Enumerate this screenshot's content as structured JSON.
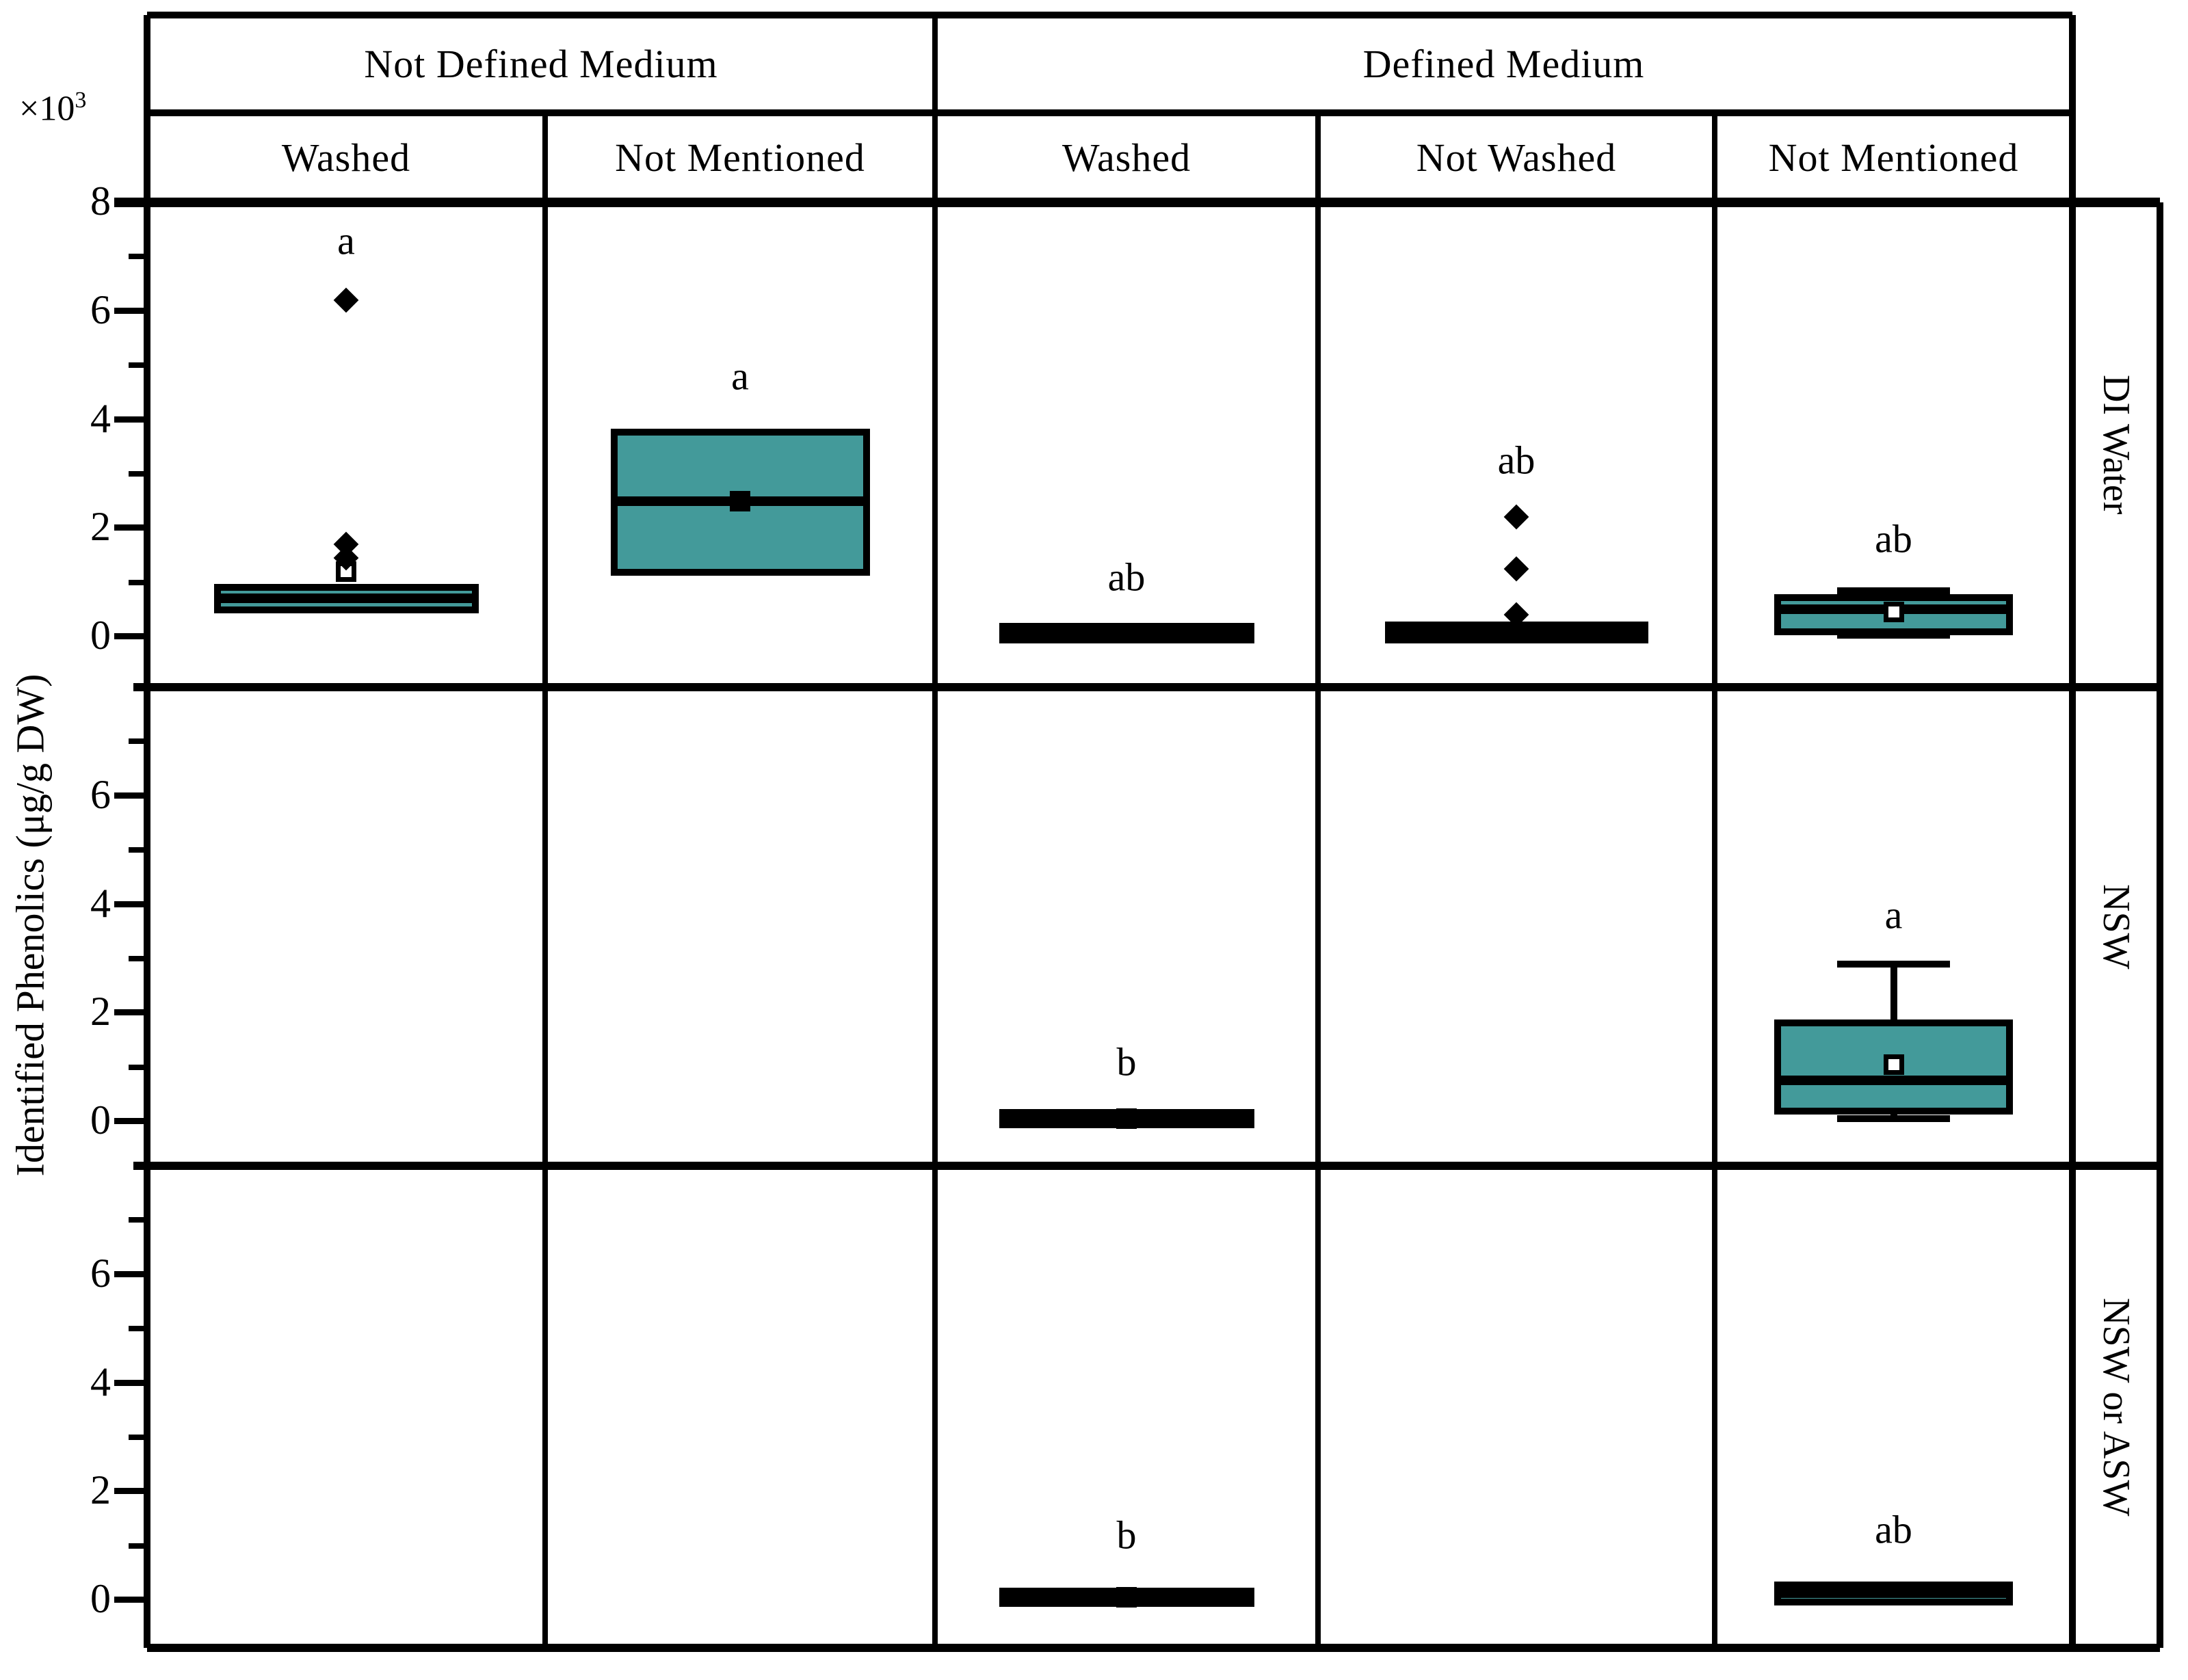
{
  "header": {
    "groups": [
      {
        "label": "Not Defined Medium",
        "col_start": 0,
        "col_span": 2
      },
      {
        "label": "Defined Medium",
        "col_start": 2,
        "col_span": 3
      }
    ],
    "columns": [
      "Washed",
      "Not Mentioned",
      "Washed",
      "Not Washed",
      "Not Mentioned"
    ]
  },
  "rows": [
    "DI Water",
    "NSW",
    "NSW or ASW"
  ],
  "y_axis": {
    "title": "Identified Phenolics (μg/g DW)",
    "multiplier_base": "×10",
    "multiplier_exp": "3",
    "tick_rows": [
      [
        "8",
        "6",
        "4",
        "2",
        "0"
      ],
      [
        "6",
        "4",
        "2",
        "0"
      ],
      [
        "6",
        "4",
        "2",
        "0"
      ]
    ]
  },
  "chart_data": {
    "type": "boxplot_grid",
    "title": "",
    "ylabel": "Identified Phenolics (μg/g DW)",
    "value_units": "×10³ μg/g DW",
    "ylim_per_panel": [
      0,
      8
    ],
    "yticks_major": [
      0,
      2,
      4,
      6,
      8
    ],
    "yticks_minor": [
      1,
      3,
      5,
      7
    ],
    "grid": "framed panels, no inner gridlines",
    "box_color": "#439a9a",
    "line_color": "#000000",
    "col_groups": [
      "Not Defined Medium",
      "Defined Medium"
    ],
    "columns": [
      "Washed",
      "Not Mentioned",
      "Washed",
      "Not Washed",
      "Not Mentioned"
    ],
    "rows": [
      "DI Water",
      "NSW",
      "NSW or ASW"
    ],
    "cells": [
      {
        "row": 0,
        "col": 0,
        "row_label": "DI Water",
        "col_group": "Not Defined Medium",
        "col_label": "Washed",
        "sig": "a",
        "sig_y": 7.3,
        "q1": 0.55,
        "median": 0.7,
        "q3": 0.85,
        "whisker_low": 0.5,
        "whisker_high": null,
        "mean": 1.2,
        "mean_style": "open",
        "outliers": [
          1.45,
          1.7,
          6.2
        ]
      },
      {
        "row": 0,
        "col": 1,
        "row_label": "DI Water",
        "col_group": "Not Defined Medium",
        "col_label": "Not Mentioned",
        "sig": "a",
        "sig_y": 4.8,
        "q1": 1.25,
        "median": 2.5,
        "q3": 3.7,
        "whisker_low": null,
        "whisker_high": null,
        "mean": 2.5,
        "mean_style": "filled",
        "outliers": []
      },
      {
        "row": 0,
        "col": 2,
        "row_label": "DI Water",
        "col_group": "Defined Medium",
        "col_label": "Washed",
        "sig": "ab",
        "sig_y": 1.1,
        "q1": 0.0,
        "median": 0.06,
        "q3": 0.12,
        "whisker_low": null,
        "whisker_high": null,
        "mean": null,
        "mean_style": null,
        "outliers": []
      },
      {
        "row": 0,
        "col": 3,
        "row_label": "DI Water",
        "col_group": "Defined Medium",
        "col_label": "Not Washed",
        "sig": "ab",
        "sig_y": 3.25,
        "q1": 0.0,
        "median": 0.07,
        "q3": 0.15,
        "whisker_low": null,
        "whisker_high": null,
        "mean": null,
        "mean_style": null,
        "outliers": [
          0.4,
          1.25,
          2.2
        ]
      },
      {
        "row": 0,
        "col": 4,
        "row_label": "DI Water",
        "col_group": "Defined Medium",
        "col_label": "Not Mentioned",
        "sig": "ab",
        "sig_y": 1.8,
        "q1": 0.15,
        "median": 0.5,
        "q3": 0.65,
        "whisker_low": 0.02,
        "whisker_high": 0.85,
        "mean": 0.45,
        "mean_style": "open",
        "outliers": []
      },
      {
        "row": 1,
        "col": 2,
        "row_label": "NSW",
        "col_group": "Defined Medium",
        "col_label": "Washed",
        "sig": "b",
        "sig_y": 1.1,
        "q1": 0.0,
        "median": 0.05,
        "q3": 0.1,
        "whisker_low": null,
        "whisker_high": null,
        "mean": 0.05,
        "mean_style": "filled",
        "outliers": []
      },
      {
        "row": 1,
        "col": 4,
        "row_label": "NSW",
        "col_group": "Defined Medium",
        "col_label": "Not Mentioned",
        "sig": "a",
        "sig_y": 3.8,
        "q1": 0.25,
        "median": 0.75,
        "q3": 1.75,
        "whisker_low": 0.05,
        "whisker_high": 2.9,
        "mean": 1.05,
        "mean_style": "open",
        "outliers": []
      },
      {
        "row": 2,
        "col": 2,
        "row_label": "NSW or ASW",
        "col_group": "Defined Medium",
        "col_label": "Washed",
        "sig": "b",
        "sig_y": 1.2,
        "q1": 0.0,
        "median": 0.05,
        "q3": 0.1,
        "whisker_low": null,
        "whisker_high": null,
        "mean": 0.05,
        "mean_style": "filled",
        "outliers": []
      },
      {
        "row": 2,
        "col": 4,
        "row_label": "NSW or ASW",
        "col_group": "Defined Medium",
        "col_label": "Not Mentioned",
        "sig": "ab",
        "sig_y": 1.3,
        "q1": 0.02,
        "median": 0.12,
        "q3": 0.22,
        "whisker_low": null,
        "whisker_high": null,
        "mean": null,
        "mean_style": null,
        "outliers": []
      }
    ]
  }
}
